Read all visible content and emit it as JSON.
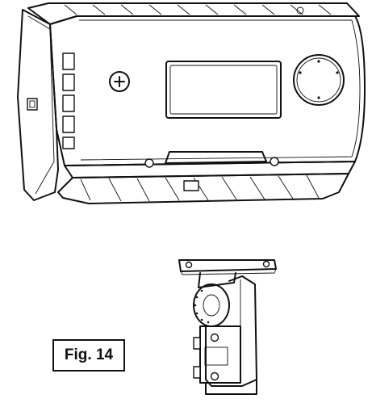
{
  "figure": {
    "label": "Fig. 14"
  },
  "parts": {
    "fixture": "fixture-housing",
    "bracket": "mounting-bracket"
  },
  "icons": {
    "screw": "plus-screw-icon",
    "lens": "round-lens-icon"
  }
}
